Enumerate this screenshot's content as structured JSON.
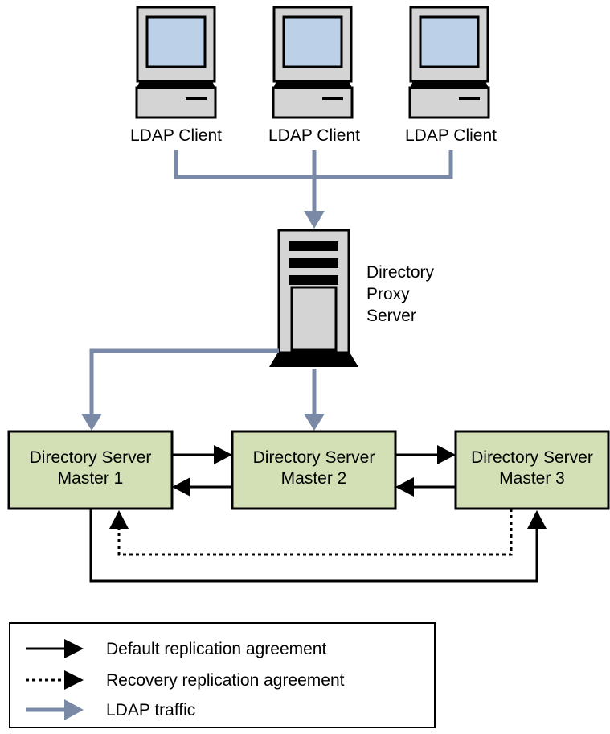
{
  "clients": [
    {
      "label": "LDAP Client"
    },
    {
      "label": "LDAP Client"
    },
    {
      "label": "LDAP Client"
    }
  ],
  "proxy": {
    "line1": "Directory",
    "line2": "Proxy",
    "line3": "Server"
  },
  "masters": [
    {
      "line1": "Directory Server",
      "line2": "Master 1"
    },
    {
      "line1": "Directory Server",
      "line2": "Master 2"
    },
    {
      "line1": "Directory Server",
      "line2": "Master 3"
    }
  ],
  "legend": {
    "default": "Default replication agreement",
    "recovery": "Recovery replication agreement",
    "ldap": "LDAP traffic"
  },
  "colors": {
    "ldap_traffic": "#7a8aa6",
    "server_box": "#d3e0b6",
    "screen": "#bcd0e8",
    "device_body": "#d4d4d4"
  }
}
